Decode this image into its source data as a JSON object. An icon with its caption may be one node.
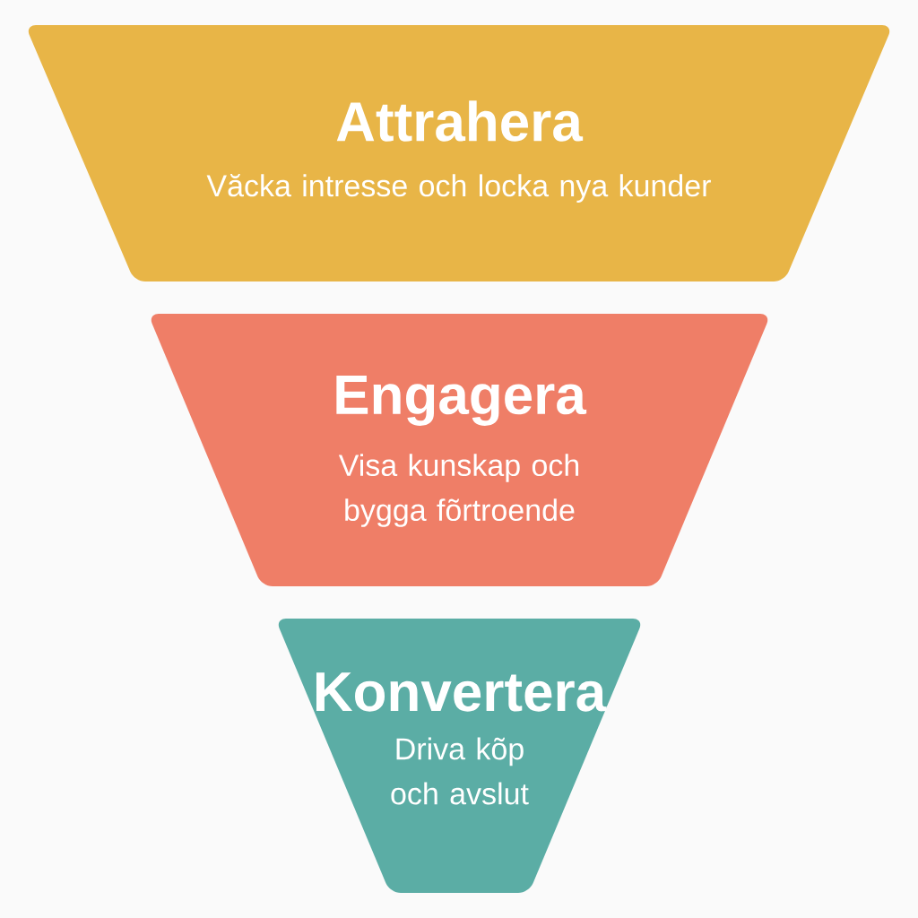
{
  "diagram": {
    "nodes": [
      {
        "text": [
          "Attrahera",
          "Văcka intresse och locka nya kunder"
        ]
      },
      {
        "text": [
          "Engagera",
          "Visa kunskap och bygga fõrtroende"
        ]
      },
      {
        "text": [
          "Konvertera",
          "Driva kõp och avslut"
        ]
      }
    ]
  }
}
